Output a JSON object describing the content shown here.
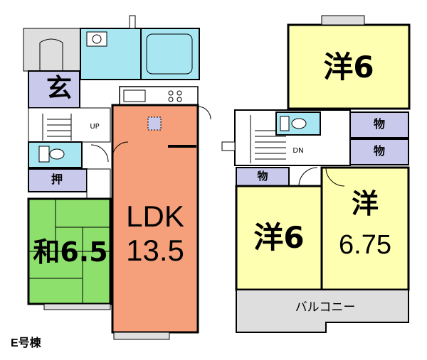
{
  "rooms": {
    "entrance": "玄",
    "closet_1f": "押",
    "washitsu": "和6.5",
    "ldk_name": "LDK",
    "ldk_size": "13.5",
    "stair_up": "UP",
    "stair_down": "DN",
    "west_top": "洋6",
    "west_left": "洋6",
    "west_right_name": "洋",
    "west_right_size": "6.75",
    "storage_a": "物",
    "storage_b": "物",
    "storage_c": "物",
    "balcony": "バルコニー"
  },
  "caption": "E号棟",
  "colors": {
    "entrance": "#c9c9ec",
    "closet": "#c9c9ec",
    "tatami": "#8ee06c",
    "ldk": "#f5a07a",
    "wet": "#a8e6f2",
    "western": "#ffffb2",
    "balcony": "#dedede",
    "wall": "#000000"
  }
}
